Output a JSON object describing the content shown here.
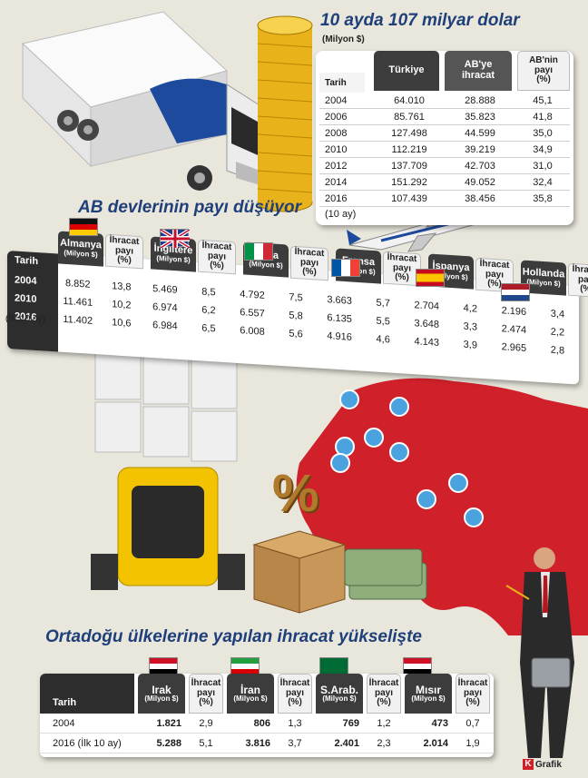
{
  "chart_data": [
    {
      "type": "table",
      "title": "10 ayda 107 milyar dolar",
      "subtitle": "(Milyon $)",
      "columns": [
        "Tarih",
        "Türkiye",
        "AB'ye ihracat",
        "AB'nin payı (%)"
      ],
      "rows": [
        [
          "2004",
          "64.010",
          "28.888",
          "45,1"
        ],
        [
          "2006",
          "85.761",
          "35.823",
          "41,8"
        ],
        [
          "2008",
          "127.498",
          "44.599",
          "35,0"
        ],
        [
          "2010",
          "112.219",
          "39.219",
          "34,9"
        ],
        [
          "2012",
          "137.709",
          "42.703",
          "31,0"
        ],
        [
          "2014",
          "151.292",
          "49.052",
          "32,4"
        ],
        [
          "2016",
          "107.439",
          "38.456",
          "35,8"
        ]
      ],
      "footnote": "(10 ay)"
    },
    {
      "type": "table",
      "title": "AB devlerinin payı düşüyor",
      "columns": [
        "Tarih",
        "Almanya (Milyon $)",
        "İhracat payı (%)",
        "İngiltere (Milyon $)",
        "İhracat payı (%)",
        "İtalya (Milyon $)",
        "İhracat payı (%)",
        "Fransa (Milyon $)",
        "İhracat payı (%)",
        "İspanya (Milyon $)",
        "İhracat payı (%)",
        "Hollanda (Milyon $)",
        "İhracat payı (%)"
      ],
      "rows": [
        [
          "2004",
          "8.852",
          "13,8",
          "5.469",
          "8,5",
          "4.792",
          "7,5",
          "3.663",
          "5,7",
          "2.704",
          "4,2",
          "2.196",
          "3,4"
        ],
        [
          "2010",
          "11.461",
          "10,2",
          "6.974",
          "6,2",
          "6.557",
          "5,8",
          "6.135",
          "5,5",
          "3.648",
          "3,3",
          "2.474",
          "2,2"
        ],
        [
          "2016",
          "11.402",
          "10,6",
          "6.984",
          "6,5",
          "6.008",
          "5,6",
          "4.916",
          "4,6",
          "4.143",
          "3,9",
          "2.965",
          "2,8"
        ]
      ],
      "row_note": "(İlk 10 ay)"
    },
    {
      "type": "table",
      "title": "Ortadoğu ülkelerine yapılan ihracat yükselişte",
      "columns": [
        "Tarih",
        "Irak (Milyon $)",
        "İhracat payı (%)",
        "İran (Milyon $)",
        "İhracat payı (%)",
        "S.Arab. (Milyon $)",
        "İhracat payı (%)",
        "Mısır (Milyon $)",
        "İhracat payı (%)"
      ],
      "rows": [
        [
          "2004",
          "1.821",
          "2,9",
          "806",
          "1,3",
          "769",
          "1,2",
          "473",
          "0,7"
        ],
        [
          "2016 (İlk 10 ay)",
          "5.288",
          "5,1",
          "3.816",
          "3,7",
          "2.401",
          "2,3",
          "2.014",
          "1,9"
        ]
      ]
    }
  ],
  "t1": {
    "title": "10 ayda 107 milyar dolar",
    "unit": "(Milyon $)",
    "h_date": "Tarih",
    "h_tr": "Türkiye",
    "h_ab1": "AB'ye",
    "h_ab2": "ihracat",
    "h_share1": "AB'nin",
    "h_share2": "payı",
    "h_share3": "(%)",
    "foot": "(10 ay)"
  },
  "t2": {
    "title": "AB devlerinin payı düşüyor",
    "h_date": "Tarih",
    "countries": [
      {
        "name": "Almanya",
        "unit": "(Milyon $)"
      },
      {
        "name": "İngiltere",
        "unit": "(Milyon $)"
      },
      {
        "name": "İtalya",
        "unit": "(Milyon $)"
      },
      {
        "name": "Fransa",
        "unit": "(Milyon $)"
      },
      {
        "name": "İspanya",
        "unit": "(Milyon $)"
      },
      {
        "name": "Hollanda",
        "unit": "(Milyon $)"
      }
    ],
    "share1": "İhracat",
    "share2": "payı",
    "share3": "(%)",
    "row_note": "(İlk 10 ay)"
  },
  "t3": {
    "title": "Ortadoğu ülkelerine yapılan ihracat yükselişte",
    "h_date": "Tarih",
    "countries": [
      {
        "name": "Irak",
        "unit": "(Milyon $)"
      },
      {
        "name": "İran",
        "unit": "(Milyon $)"
      },
      {
        "name": "S.Arab.",
        "unit": "(Milyon $)"
      },
      {
        "name": "Mısır",
        "unit": "(Milyon $)"
      }
    ],
    "share1": "İhracat",
    "share2": "payı",
    "share3": "(%)"
  },
  "brand": "Grafik",
  "percent_sign": "%",
  "colors": {
    "title": "#1f3f7a",
    "header": "#3c3c3c",
    "map": "#d0202a",
    "pin": "#4aa3df",
    "gold": "#e8b21a"
  }
}
